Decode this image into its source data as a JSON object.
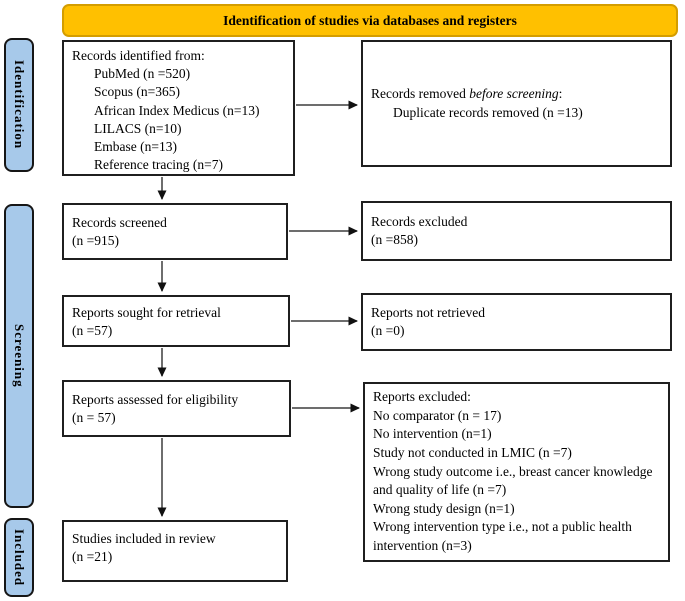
{
  "header": {
    "title": "Identification of studies via databases and registers"
  },
  "stages": [
    {
      "label": "Identification"
    },
    {
      "label": "Screening"
    },
    {
      "label": "Included"
    }
  ],
  "boxes": {
    "records_identified": {
      "title": "Records identified from:",
      "items": [
        "PubMed (n =520)",
        "Scopus (n=365)",
        "African Index Medicus (n=13)",
        "LILACS (n=10)",
        "Embase (n=13)",
        "Reference tracing (n=7)"
      ]
    },
    "records_removed": {
      "title_prefix": "Records removed ",
      "title_italic": "before screening",
      "title_suffix": ":",
      "items": [
        "Duplicate records removed (n =13)"
      ]
    },
    "records_screened": {
      "line1": "Records screened",
      "line2": "(n =915)"
    },
    "records_excluded": {
      "line1": "Records excluded",
      "line2": "(n =858)"
    },
    "reports_sought": {
      "line1": "Reports sought for retrieval",
      "line2": "(n =57)"
    },
    "reports_not_retrieved": {
      "line1": "Reports not retrieved",
      "line2": "(n =0)"
    },
    "reports_assessed": {
      "line1": "Reports assessed for eligibility",
      "line2": "(n = 57)"
    },
    "reports_excluded": {
      "title": "Reports excluded:",
      "items": [
        "No comparator (n = 17)",
        "No intervention (n=1)",
        "Study not conducted in LMIC (n =7)",
        "Wrong study outcome i.e., breast cancer knowledge and quality of life (n =7)",
        "Wrong study design (n=1)",
        "Wrong intervention type i.e., not a public health intervention (n=3)"
      ]
    },
    "studies_included": {
      "line1": "Studies included in review",
      "line2": "(n =21)"
    }
  },
  "colors": {
    "header_fill": "#FFC000",
    "header_border": "#D49D00",
    "stage_fill": "#A7C9EA",
    "box_border": "#1F1F1F",
    "arrow": "#3D3D3D"
  }
}
